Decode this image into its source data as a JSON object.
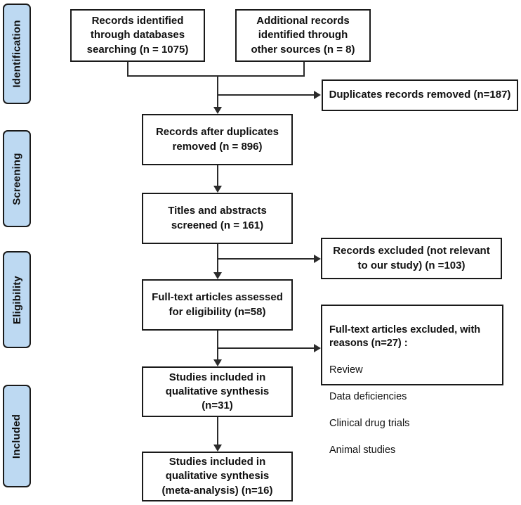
{
  "sidebar": {
    "stages": [
      {
        "id": "identification",
        "label": "Identification"
      },
      {
        "id": "screening",
        "label": "Screening"
      },
      {
        "id": "eligibility",
        "label": "Eligibility"
      },
      {
        "id": "included",
        "label": "Included"
      }
    ]
  },
  "flow": {
    "identification": {
      "databases": "Records identified\nthrough databases\nsearching (n = 1075)",
      "other_sources": "Additional records\nidentified through\nother sources (n = 8)",
      "duplicates_removed": "Duplicates records removed (n=187)"
    },
    "screening": {
      "after_duplicates": "Records after duplicates\nremoved (n = 896)",
      "titles_abstracts": "Titles and abstracts\nscreened (n = 161)",
      "records_excluded": "Records excluded (not relevant\nto our study) (n =103)"
    },
    "eligibility": {
      "fulltext_assessed": "Full-text articles assessed\nfor eligibility (n=58)",
      "fulltext_excluded": {
        "heading": "Full-text articles excluded, with\nreasons (n=27) :",
        "reasons": [
          "Review",
          "Data deficiencies",
          "Clinical drug trials",
          "Animal studies"
        ]
      }
    },
    "included": {
      "qualitative_synthesis": "Studies included in\nqualitative synthesis\n(n=31)",
      "meta_analysis": "Studies included in\nqualitative synthesis\n(meta-analysis) (n=16)"
    }
  },
  "colors": {
    "stage_fill": "#bdd9f2",
    "box_border": "#1a1a1a",
    "arrow": "#2b2b2b",
    "text": "#111111",
    "background": "#ffffff"
  }
}
